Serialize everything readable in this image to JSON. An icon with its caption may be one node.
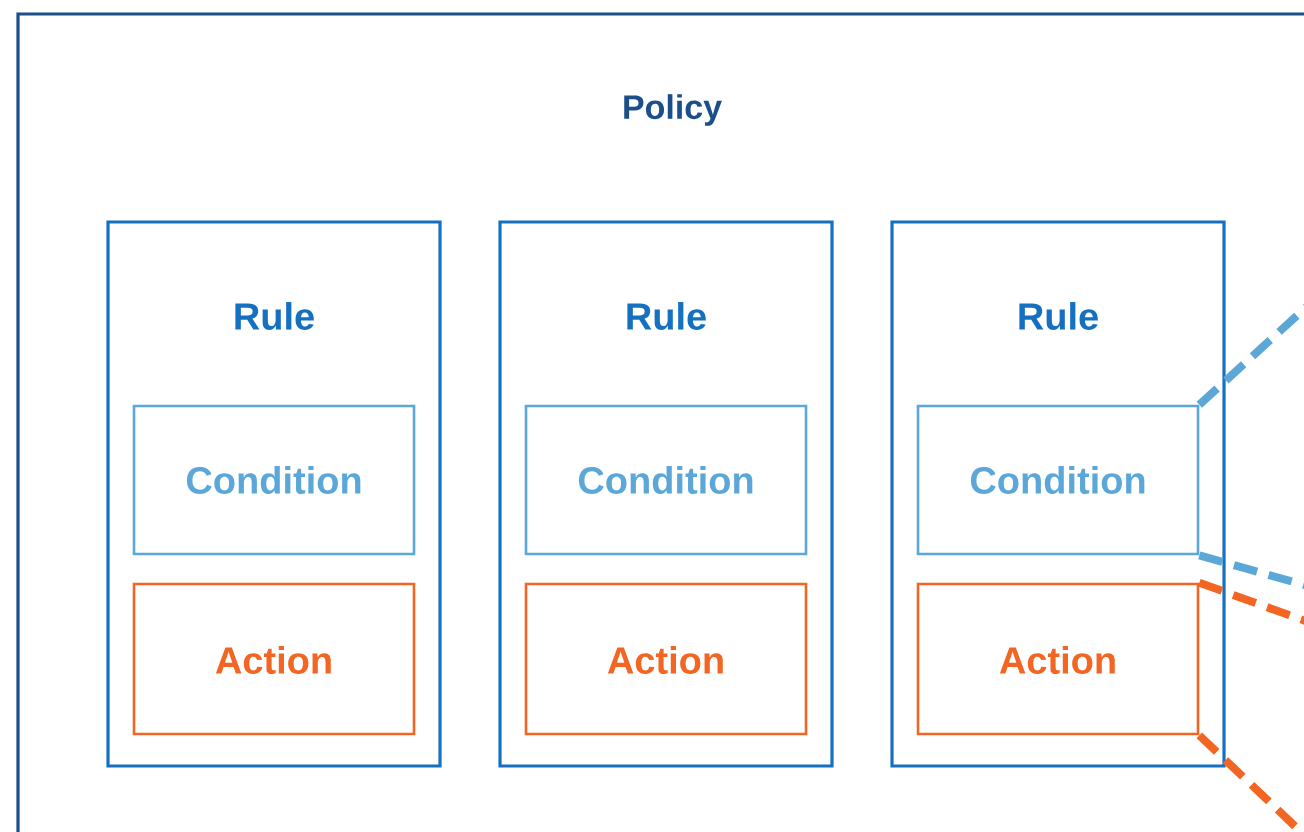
{
  "diagram": {
    "nodes": [
      {
        "text": [
          "Policy"
        ]
      },
      {
        "text": [
          "Rule"
        ],
        "in": 0
      },
      {
        "text": [
          "Condition"
        ],
        "in": 1
      },
      {
        "text": [
          "Action"
        ],
        "in": 1
      },
      {
        "text": [
          "Rule"
        ],
        "in": 0
      },
      {
        "text": [
          "Condition"
        ],
        "in": 4
      },
      {
        "text": [
          "Action"
        ],
        "in": 4
      },
      {
        "text": [
          "Rule"
        ],
        "in": 0
      },
      {
        "text": [
          "Condition"
        ],
        "in": 7
      },
      {
        "text": [
          "Action"
        ],
        "in": 7
      }
    ],
    "edges": [
      {
        "from": 8,
        "to": null,
        "arrow": "none",
        "style": "dashed",
        "color": "#5aa7d8"
      },
      {
        "from": 8,
        "to": null,
        "arrow": "none",
        "style": "dashed",
        "color": "#5aa7d8"
      },
      {
        "from": 9,
        "to": null,
        "arrow": "none",
        "style": "dashed",
        "color": "#f26522"
      },
      {
        "from": 9,
        "to": null,
        "arrow": "none",
        "style": "dashed",
        "color": "#f26522"
      }
    ]
  }
}
